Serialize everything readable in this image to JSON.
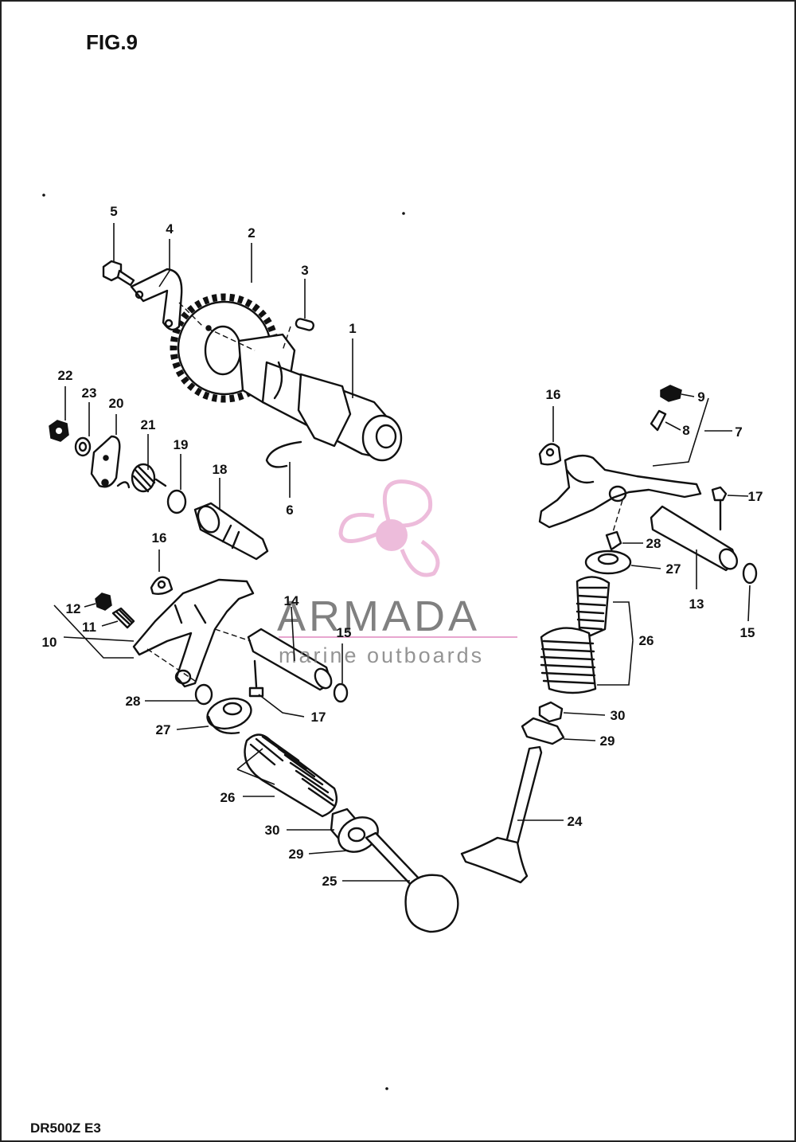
{
  "figure": {
    "title": "FIG.9",
    "model": "DR500Z  E3"
  },
  "watermark": {
    "brand": "ARMADA",
    "tagline": "marine outboards",
    "accent": "#e8a6cf",
    "text_color": "#6b6b6b"
  },
  "callouts": {
    "c1": "1",
    "c2": "2",
    "c3": "3",
    "c4": "4",
    "c5": "5",
    "c6": "6",
    "c7": "7",
    "c8": "8",
    "c9": "9",
    "c10": "10",
    "c11": "11",
    "c12": "12",
    "c13": "13",
    "c14": "14",
    "c15a": "15",
    "c15b": "15",
    "c16a": "16",
    "c16b": "16",
    "c17a": "17",
    "c17b": "17",
    "c18": "18",
    "c19": "19",
    "c20": "20",
    "c21": "21",
    "c22": "22",
    "c23": "23",
    "c24": "24",
    "c25": "25",
    "c26a": "26",
    "c26b": "26",
    "c27a": "27",
    "c27b": "27",
    "c28a": "28",
    "c28b": "28",
    "c29a": "29",
    "c29b": "29",
    "c30a": "30",
    "c30b": "30"
  }
}
